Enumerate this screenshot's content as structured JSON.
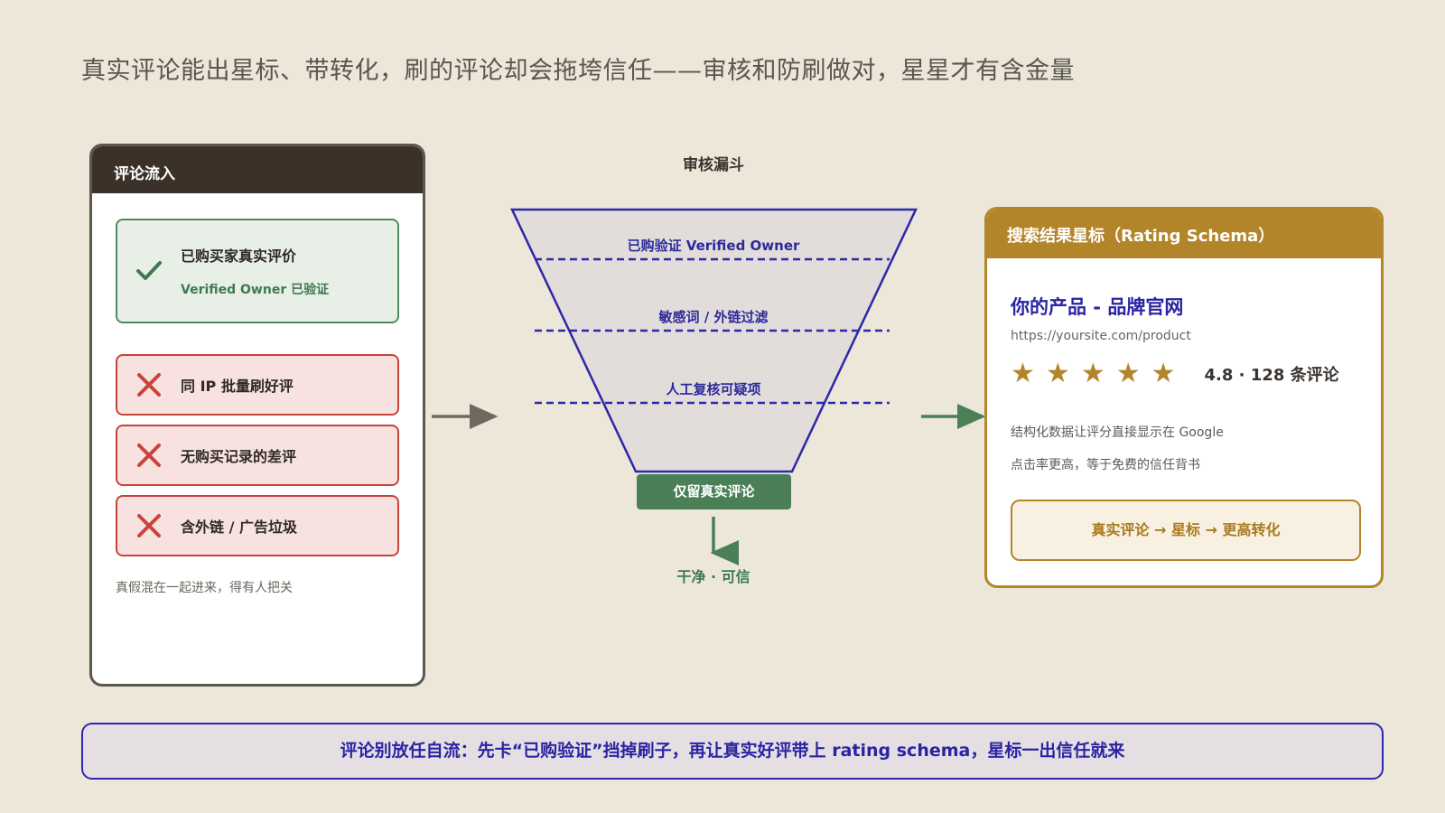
{
  "headline": "真实评论能出星标、带转化，刷的评论却会拖垮信任——审核和防刷做对，星星才有含金量",
  "left": {
    "title": "评论流入",
    "good": {
      "title": "已购买家真实评价",
      "subtitle": "Verified Owner 已验证",
      "icon": "check-icon"
    },
    "bad": [
      {
        "title": "同 IP 批量刷好评",
        "icon": "cross-icon"
      },
      {
        "title": "无购买记录的差评",
        "icon": "cross-icon"
      },
      {
        "title": "含外链 / 广告垃圾",
        "icon": "cross-icon"
      }
    ],
    "note": "真假混在一起进来，得有人把关"
  },
  "funnel": {
    "title": "审核漏斗",
    "stages": [
      "已购验证 Verified Owner",
      "敏感词 / 外链过滤",
      "人工复核可疑项"
    ],
    "output": "仅留真实评论",
    "result": "干净 · 可信"
  },
  "right": {
    "title": "搜索结果星标（Rating Schema）",
    "product": "你的产品 - 品牌官网",
    "url": "https://yoursite.com/product",
    "stars": 5,
    "rating": "4.8 · 128 条评论",
    "desc1": "结构化数据让评分直接显示在 Google",
    "desc2": "点击率更高，等于免费的信任背书",
    "cta": "真实评论 → 星标 → 更高转化"
  },
  "banner": "评论别放任自流：先卡“已购验证”挡掉刷子，再让真实好评带上 rating schema，星标一出信任就来",
  "colors": {
    "background": "#ece7d9",
    "dark": "#3b3128",
    "green": "#4a7f58",
    "red": "#c8433c",
    "gold": "#b3852a",
    "indigo": "#2e27b0"
  }
}
